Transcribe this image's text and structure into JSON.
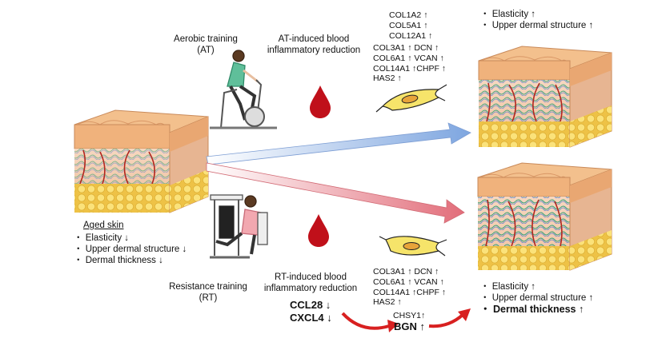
{
  "aerobic": {
    "title": "Aerobic training",
    "abbr": "(AT)",
    "effect_line1": "AT-induced blood",
    "effect_line2": "inflammatory reduction",
    "genes_top": [
      "COL1A2 ↑",
      "COL5A1 ↑",
      "COL12A1 ↑"
    ],
    "genes_main": [
      "COL3A1 ↑  DCN ↑",
      "COL6A1 ↑  VCAN ↑",
      "COL14A1 ↑CHPF ↑",
      "HAS2 ↑"
    ]
  },
  "resistance": {
    "title": "Resistance training",
    "abbr": "(RT)",
    "effect_line1": "RT-induced blood",
    "effect_line2": "inflammatory reduction",
    "genes_main": [
      "COL3A1 ↑  DCN ↑",
      "COL6A1 ↑  VCAN ↑",
      "COL14A1 ↑CHPF ↑",
      "HAS2 ↑"
    ],
    "chsy": "CHSY1↑",
    "bgn": "BGN ↑",
    "ccl28": "CCL28 ↓",
    "cxcl4": "CXCL4 ↓"
  },
  "aged": {
    "label": "Aged skin",
    "items": [
      "・ Elasticity ↓",
      "・ Upper dermal structure ↓",
      "・ Dermal thickness ↓"
    ]
  },
  "outcome_at": {
    "items": [
      "・ Elasticity ↑",
      "・ Upper dermal structure ↑"
    ]
  },
  "outcome_rt": {
    "items": [
      "・ Elasticity ↑",
      "・ Upper dermal structure ↑"
    ],
    "bold_item": "・ Dermal thickness ↑"
  },
  "colors": {
    "blood": "#c0101a",
    "arrow_blue": "#8fb4e6",
    "arrow_red": "#e8808a",
    "red_curve": "#d82020",
    "skin_top": "#f2bd88",
    "fat": "#f4d257"
  }
}
